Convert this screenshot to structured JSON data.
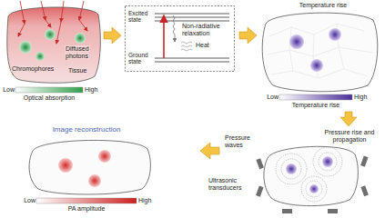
{
  "diagram": {
    "labels": [
      "Chromophores",
      "Diffused photons",
      "Tissue",
      "Low",
      "High",
      "Optical absorption",
      "Excited state",
      "Non-radiative relaxation",
      "Heat",
      "Ground state",
      "Temperature rise",
      "Low",
      "High",
      "Temperature rise",
      "Pressure waves",
      "Pressure rise and propagation",
      "Ultrasonic transducers",
      "Image reconstruction",
      "Low",
      "High",
      "PA amplitude"
    ]
  }
}
